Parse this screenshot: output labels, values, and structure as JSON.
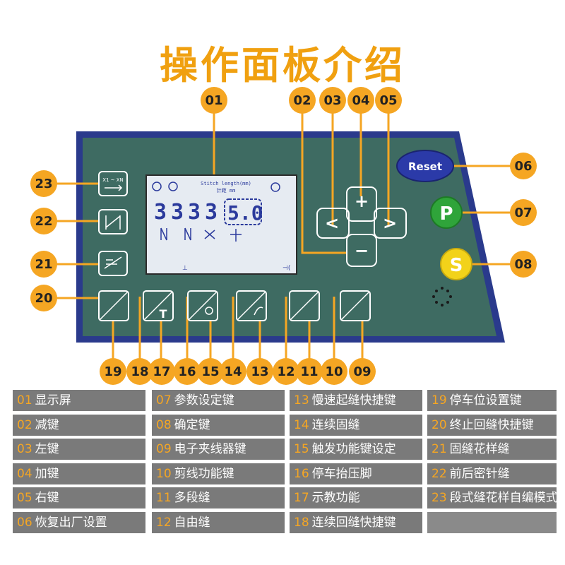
{
  "title": "操作面板介绍",
  "lcd": {
    "header": "Stitch length(mm)",
    "unit": "针距 mm",
    "digits": [
      "3",
      "3",
      "3",
      "3"
    ],
    "value": "5.0"
  },
  "buttons": {
    "reset": "Reset",
    "p": "P",
    "s": "S",
    "plus": "+",
    "minus": "−",
    "left": "<",
    "right": ">",
    "key23_label": "X1 ~ XN",
    "key17_label": "T"
  },
  "callouts": {
    "c01": "01",
    "c02": "02",
    "c03": "03",
    "c04": "04",
    "c05": "05",
    "c06": "06",
    "c07": "07",
    "c08": "08",
    "c09": "09",
    "c10": "10",
    "c11": "11",
    "c12": "12",
    "c13": "13",
    "c14": "14",
    "c15": "15",
    "c16": "16",
    "c17": "17",
    "c18": "18",
    "c19": "19",
    "c20": "20",
    "c21": "21",
    "c22": "22",
    "c23": "23"
  },
  "legend": [
    {
      "num": "01",
      "text": "显示屏"
    },
    {
      "num": "07",
      "text": "参数设定键"
    },
    {
      "num": "13",
      "text": "慢速起缝快捷键"
    },
    {
      "num": "19",
      "text": "停车位设置键"
    },
    {
      "num": "02",
      "text": "减键"
    },
    {
      "num": "08",
      "text": "确定键"
    },
    {
      "num": "14",
      "text": "连续固缝"
    },
    {
      "num": "20",
      "text": "终止回缝快捷键"
    },
    {
      "num": "03",
      "text": "左键"
    },
    {
      "num": "09",
      "text": "电子夹线器键"
    },
    {
      "num": "15",
      "text": "触发功能键设定"
    },
    {
      "num": "21",
      "text": "固缝花样缝"
    },
    {
      "num": "04",
      "text": "加键"
    },
    {
      "num": "10",
      "text": "剪线功能键"
    },
    {
      "num": "16",
      "text": "停车抬压脚"
    },
    {
      "num": "22",
      "text": "前后密针缝"
    },
    {
      "num": "05",
      "text": "右键"
    },
    {
      "num": "11",
      "text": "多段缝"
    },
    {
      "num": "17",
      "text": "示教功能"
    },
    {
      "num": "23",
      "text": "段式缝花样自编模式"
    },
    {
      "num": "06",
      "text": "恢复出厂设置"
    },
    {
      "num": "12",
      "text": "自由缝"
    },
    {
      "num": "18",
      "text": "连续回缝快捷键"
    },
    {
      "num": "",
      "text": ""
    }
  ]
}
